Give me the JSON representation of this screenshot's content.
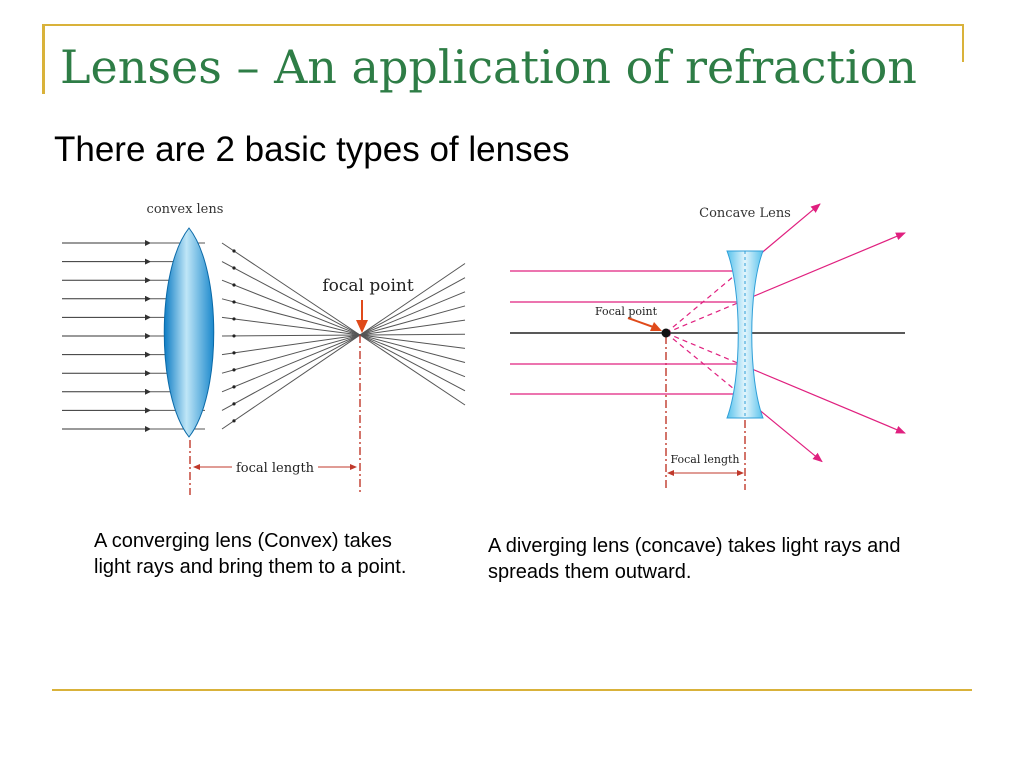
{
  "slide": {
    "title": "Lenses – An application of refraction",
    "subtitle": "There are 2 basic types of lenses"
  },
  "convex": {
    "lens_label": "convex lens",
    "focal_point_label": "focal point",
    "focal_length_label": "focal length",
    "caption": "A converging lens (Convex) takes light rays and bring them to a point."
  },
  "concave": {
    "lens_label": "Concave Lens",
    "focal_point_label": "Focal point",
    "focal_length_label": "Focal length",
    "caption": "A diverging lens (concave) takes light rays and spreads them outward."
  },
  "colors": {
    "title_green": "#2e7d46",
    "accent_gold": "#d9b23a",
    "ray_magenta": "#e0207f",
    "lens_blue": "#2f9fd8"
  }
}
